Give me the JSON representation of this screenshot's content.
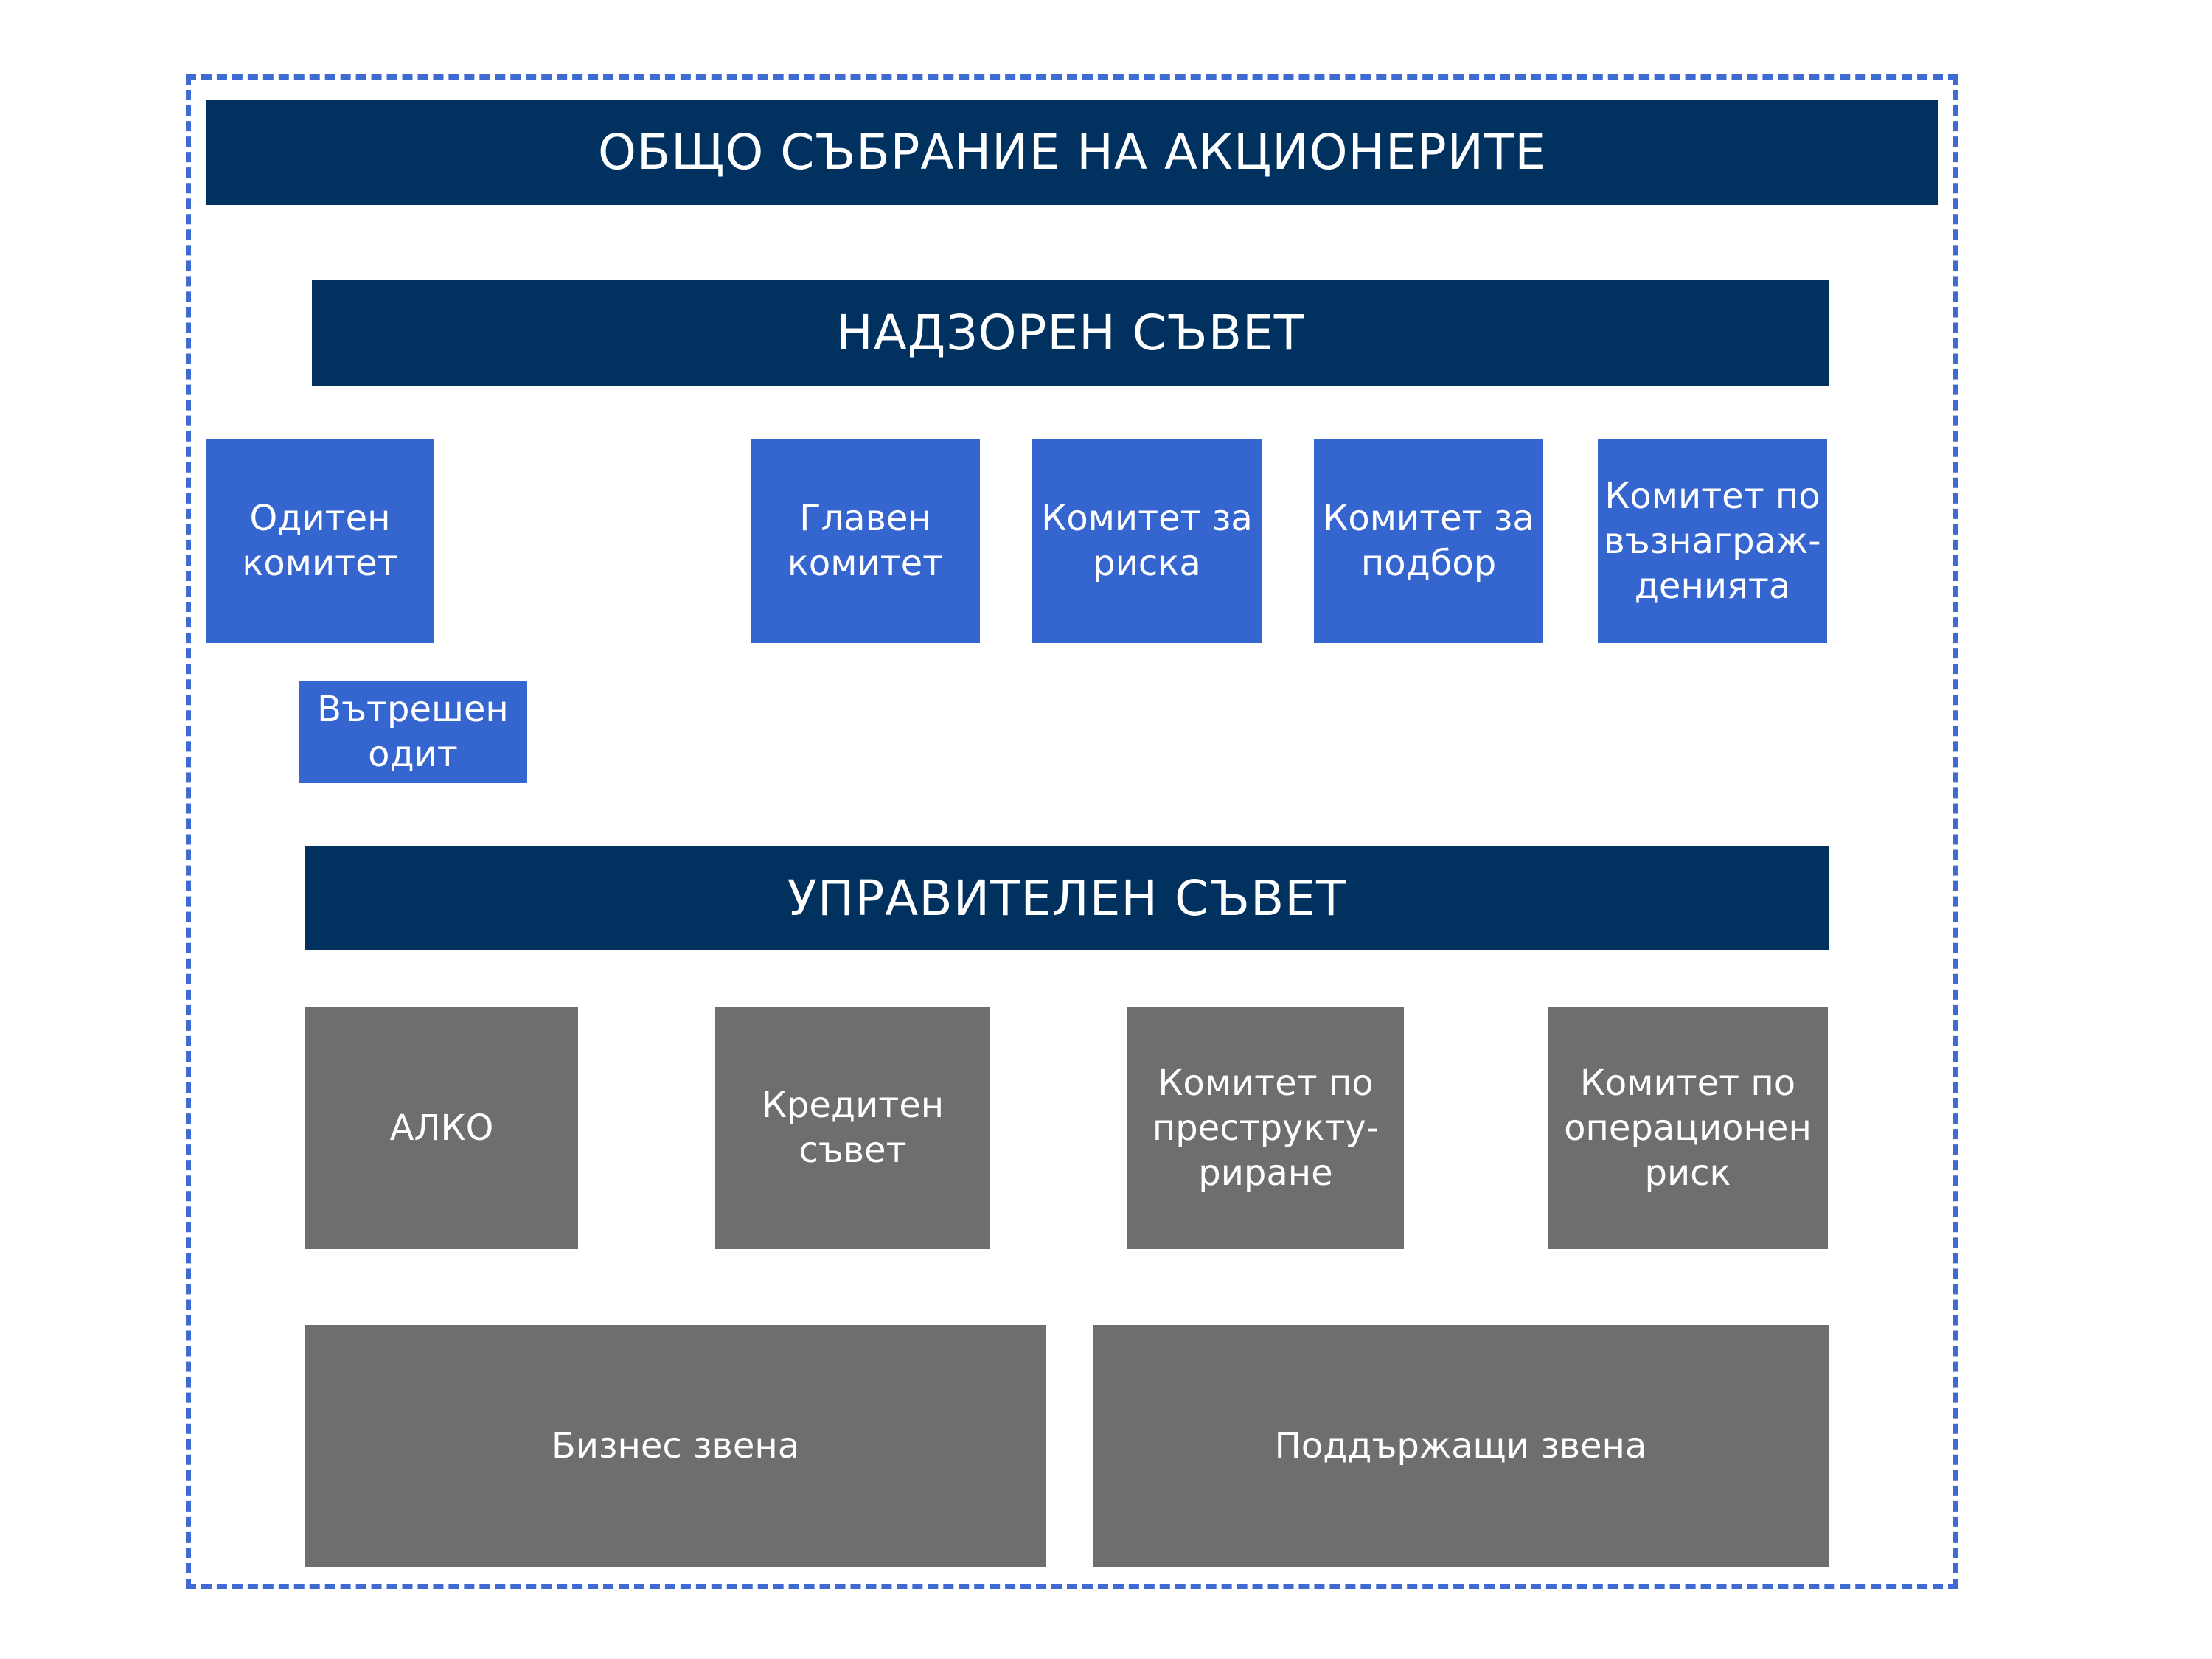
{
  "colors": {
    "frame_border": "#3d6bd1",
    "board": "#00315f",
    "supervisory_committee": "#3565cf",
    "management_committee": "#6e6e6e",
    "text": "#ffffff"
  },
  "general_meeting": {
    "label": "ОБЩО СЪБРАНИЕ НА АКЦИОНЕРИТЕ"
  },
  "supervisory_board": {
    "label": "НАДЗОРЕН СЪВЕТ",
    "committees": [
      {
        "label": "Одитен\nкомитет"
      },
      {
        "label": "Главен\nкомитет"
      },
      {
        "label": "Комитет за\nриска"
      },
      {
        "label": "Комитет за\nподбор"
      },
      {
        "label": "Комитет по\nвъзнаграж-\nденията"
      }
    ],
    "internal_audit": {
      "label": "Вътрешен\nодит"
    }
  },
  "management_board": {
    "label": "УПРАВИТЕЛЕН СЪВЕТ",
    "committees": [
      {
        "label": "АЛКО"
      },
      {
        "label": "Кредитен\nсъвет"
      },
      {
        "label": "Комитет по\nпреструкту-\nриране"
      },
      {
        "label": "Комитет по\nоперационен\nриск"
      }
    ],
    "units": [
      {
        "label": "Бизнес звена"
      },
      {
        "label": "Поддържащи звена"
      }
    ]
  }
}
